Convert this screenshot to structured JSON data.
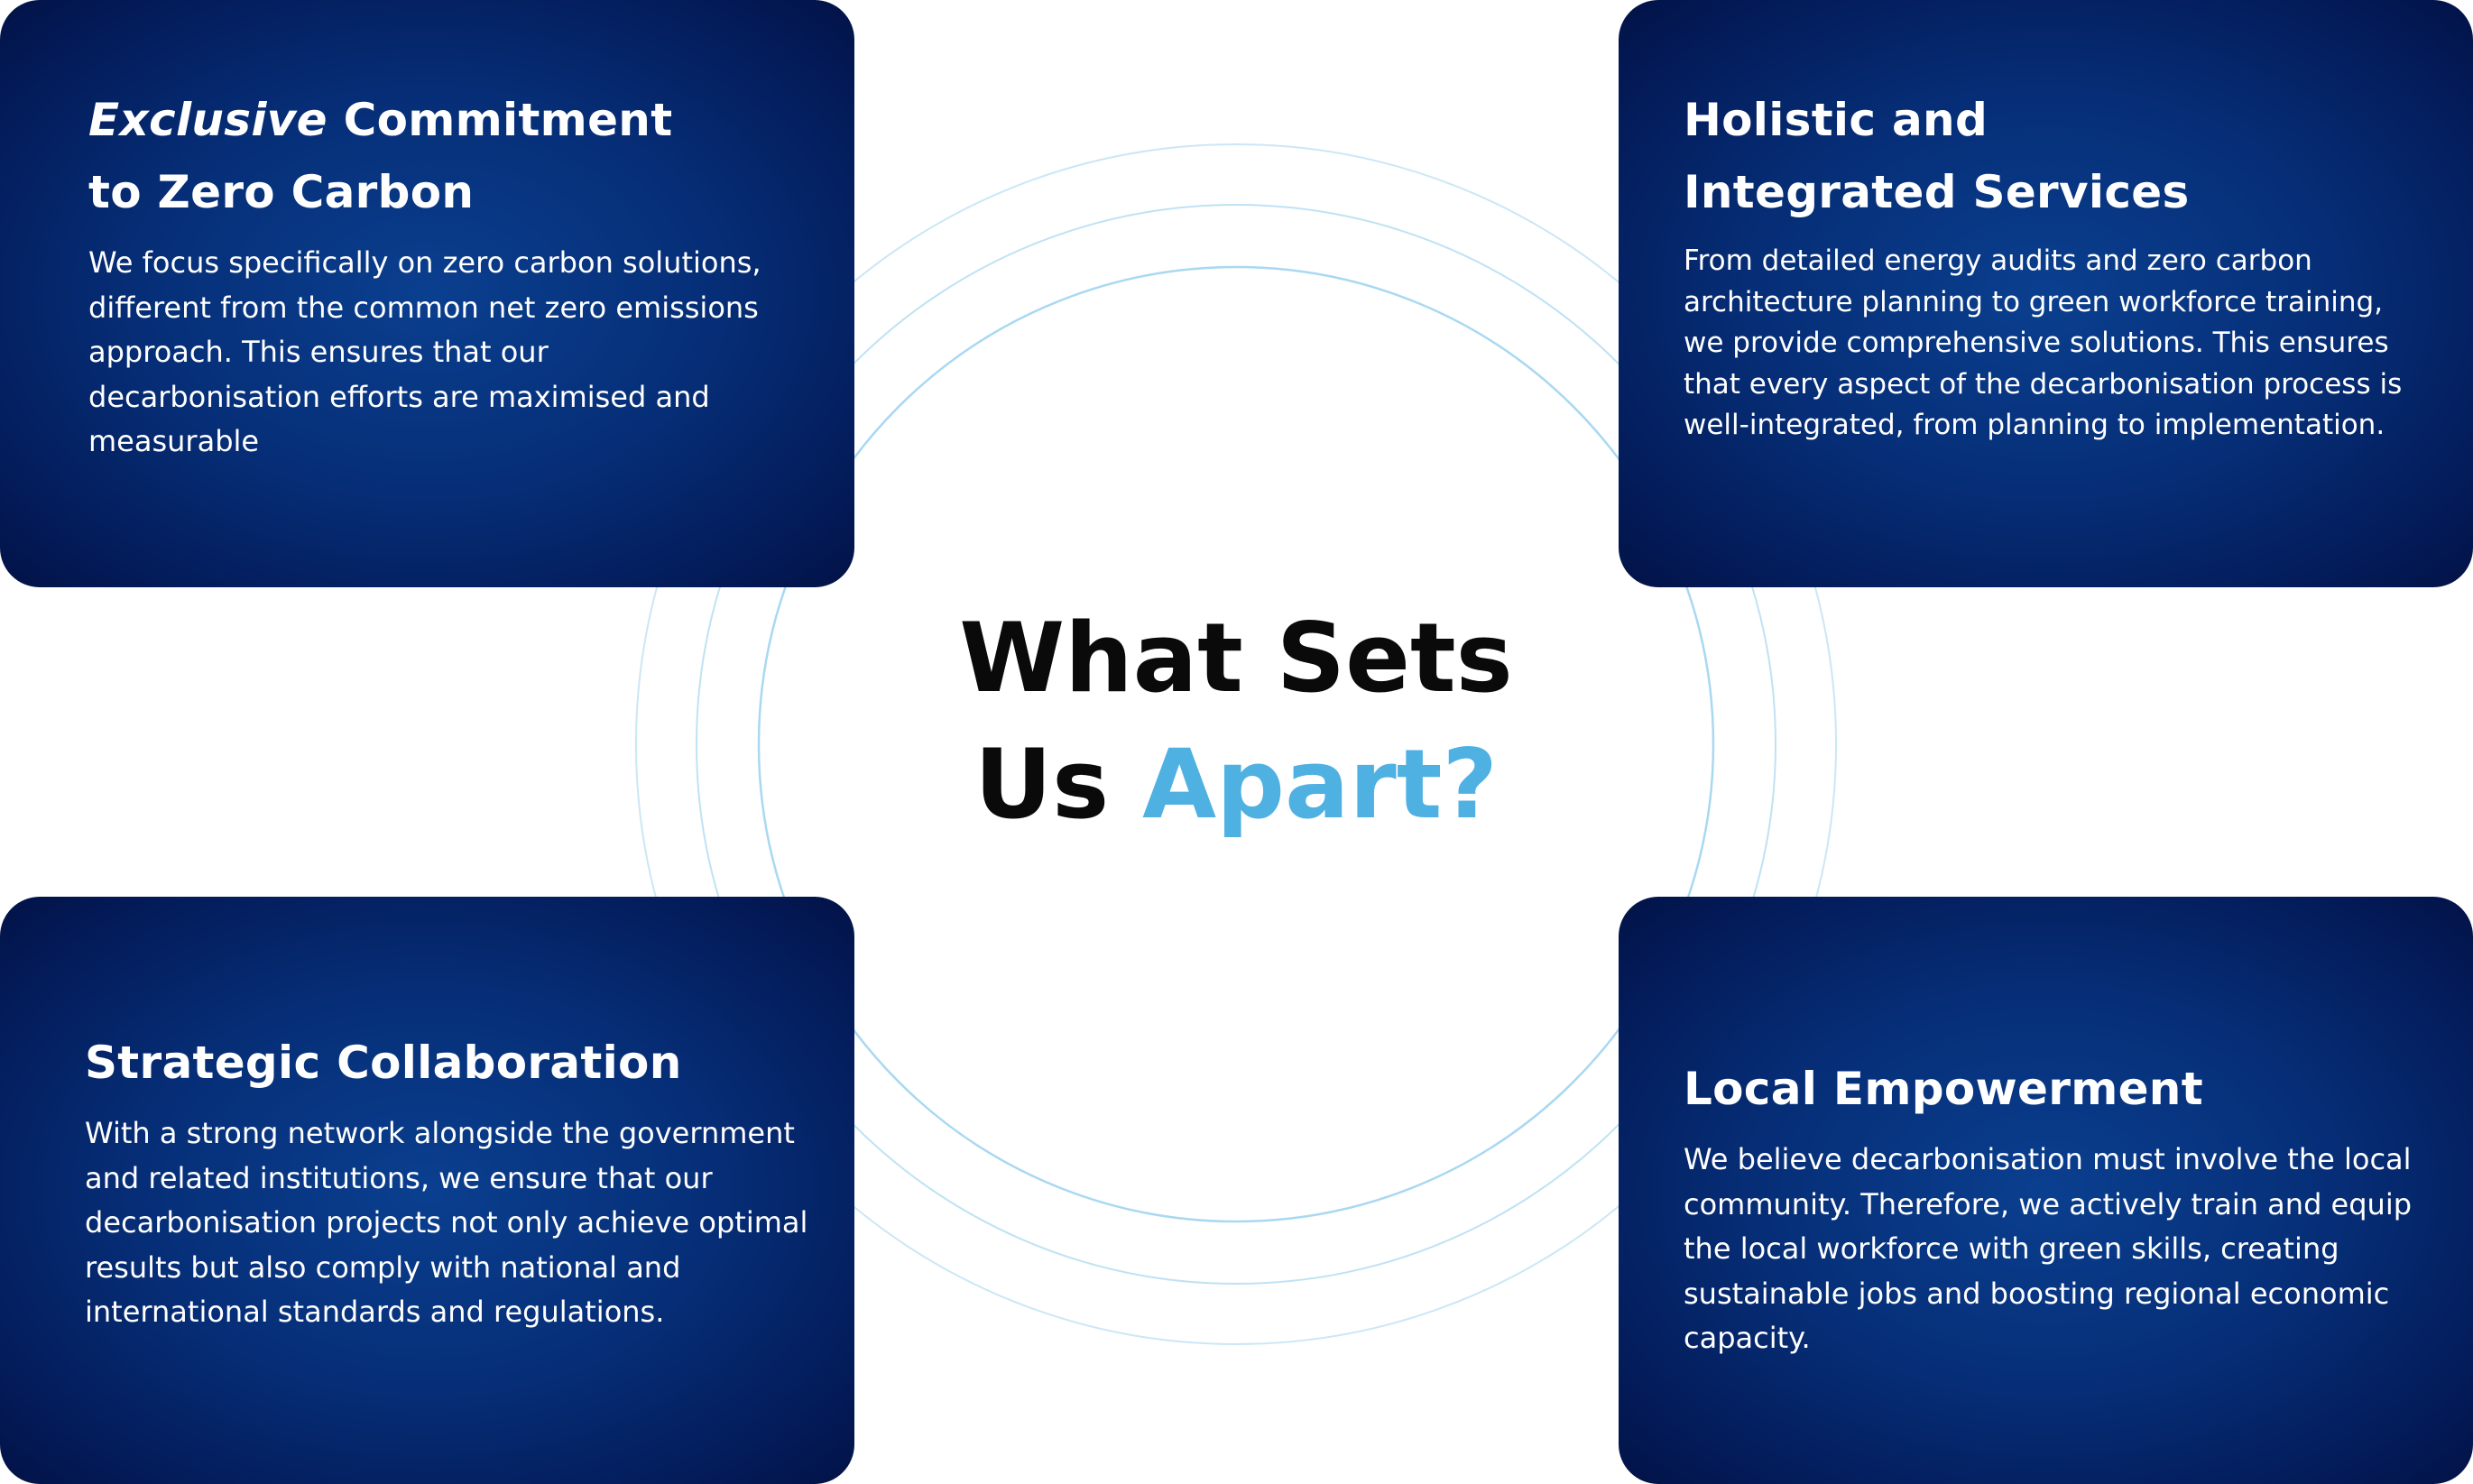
{
  "headline": {
    "line1": "What Sets",
    "line2_prefix": "Us ",
    "line2_accent": "Apart?"
  },
  "cards": [
    {
      "title_italic": "Exclusive",
      "title_rest": " Commitment",
      "title_line2": "to Zero Carbon",
      "body": "We focus specifically on zero carbon solutions, different from the common net zero emissions approach. This ensures that our decarbonisation efforts are maximised and measurable"
    },
    {
      "title_line1": "Holistic and",
      "title_line2": "Integrated Services",
      "body": "From detailed energy audits and zero carbon architecture planning to green workforce training, we provide comprehensive solutions. This ensures that every aspect of the decarbonisation process is well-integrated, from planning to implementation."
    },
    {
      "title": "Strategic Collaboration",
      "body": "With a strong network alongside the government and related institutions, we ensure that our decarbonisation projects not only achieve optimal results but also comply with national and international standards and regulations."
    },
    {
      "title": "Local Empowerment",
      "body": "We believe decarbonisation must involve the local community. Therefore, we actively train and equip the local workforce with green skills, creating sustainable jobs and boosting regional economic capacity."
    }
  ],
  "colors": {
    "accent": "#4fb1e2",
    "card_center": "#0a3f8f",
    "card_edge": "#020f3f",
    "ring": "#a9d8f1"
  }
}
